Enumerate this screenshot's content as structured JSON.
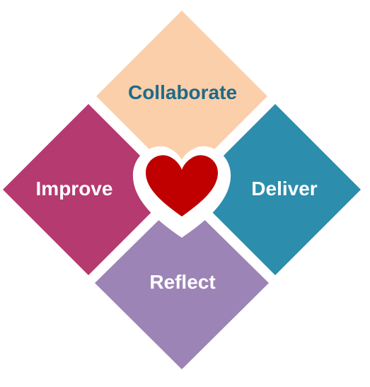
{
  "diagram": {
    "quadrants": {
      "top": {
        "label": "Collaborate",
        "fill": "#FBCFAA",
        "text_color": "#1F6A88"
      },
      "left": {
        "label": "Improve",
        "fill": "#B53A70",
        "text_color": "#FFFFFF"
      },
      "right": {
        "label": "Deliver",
        "fill": "#2C8DAD",
        "text_color": "#FFFFFF"
      },
      "bottom": {
        "label": "Reflect",
        "fill": "#9C84B6",
        "text_color": "#FFFFFF"
      }
    },
    "center": {
      "icon": "heart-icon",
      "fill": "#C00000",
      "outline": "#FFFFFF"
    },
    "background": "#FFFFFF"
  }
}
